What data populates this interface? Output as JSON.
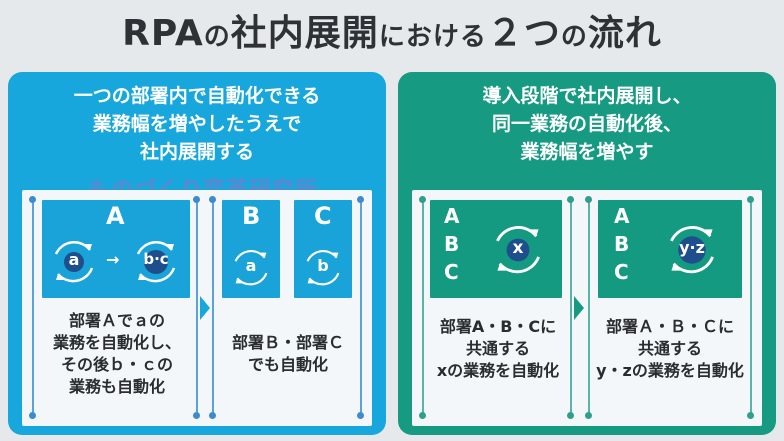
{
  "title": {
    "prefix": "RPA",
    "no1": "の",
    "middle": "社内展開",
    "ni": "に",
    "okeru": "おける",
    "two": "２つ",
    "no2": "の",
    "flow": "流れ"
  },
  "left": {
    "heading": [
      "一つの部署内で自動化できる",
      "業務幅を増やしたうえで",
      "社内展開する"
    ],
    "watermark": "ものづくり変革研究所",
    "step1": {
      "letter": "A",
      "task1": "a",
      "task2": "b·c",
      "desc": [
        "部署Ａでａの",
        "業務を自動化し、",
        "その後ｂ・ｃの",
        "業務も自動化"
      ]
    },
    "step2": {
      "letter_b": "B",
      "letter_c": "C",
      "task_b": "a",
      "task_c": "b",
      "desc": [
        "部署Ｂ・部署Ｃ",
        "でも自動化"
      ]
    }
  },
  "right": {
    "heading": [
      "導入段階で社内展開し、",
      "同一業務の自動化後、",
      "業務幅を増やす"
    ],
    "step1": {
      "letters": [
        "A",
        "B",
        "C"
      ],
      "task": "x",
      "desc": [
        "部署A・B・Cに",
        "共通する",
        "xの業務を自動化"
      ]
    },
    "step2": {
      "letters": [
        "A",
        "B",
        "C"
      ],
      "task": "y·z",
      "desc": [
        "部署Ａ・Ｂ・Ｃに",
        "共通する",
        "y・zの業務を自動化"
      ]
    }
  },
  "colors": {
    "blue": "#18a7dc",
    "green": "#169a82",
    "title": "#2e3135"
  }
}
